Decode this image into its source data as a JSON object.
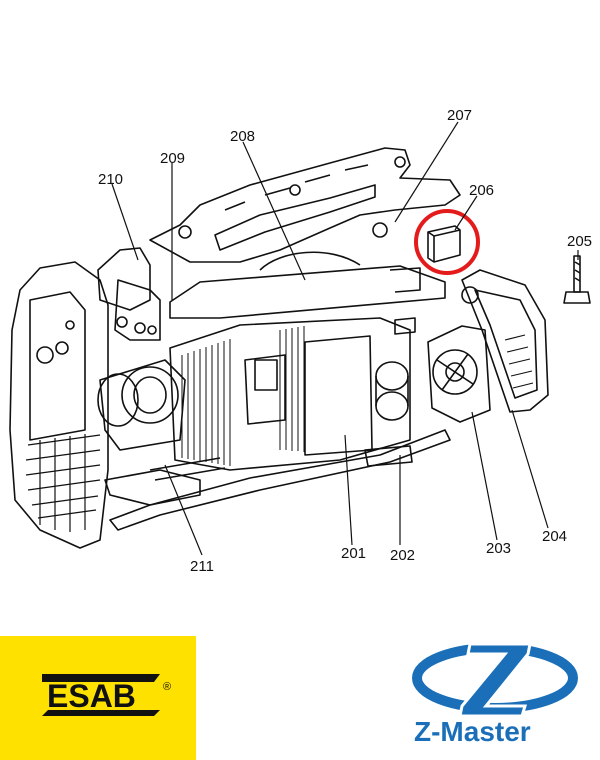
{
  "callouts": {
    "c201": "201",
    "c202": "202",
    "c203": "203",
    "c204": "204",
    "c205": "205",
    "c206": "206",
    "c207": "207",
    "c208": "208",
    "c209": "209",
    "c210": "210",
    "c211": "211"
  },
  "highlight_color": "#e41b1b",
  "logos": {
    "esab": "ESAB",
    "esab_reg": "®",
    "zmaster": "Z-Master"
  }
}
